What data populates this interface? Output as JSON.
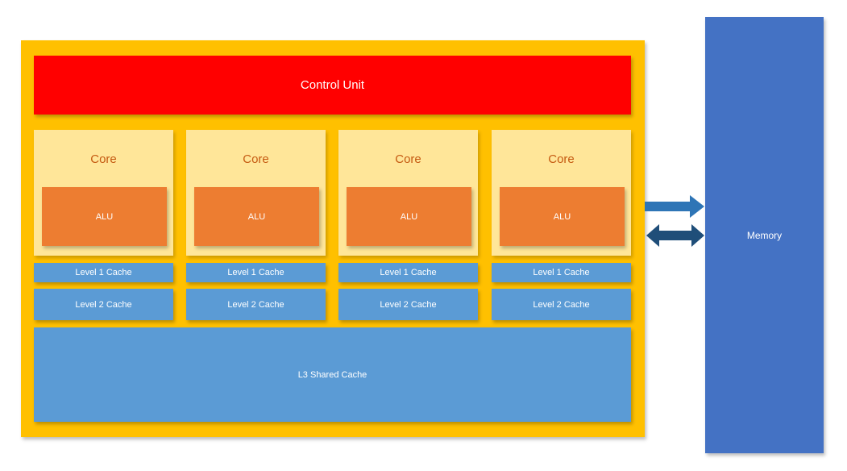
{
  "diagram": {
    "control_unit": "Control Unit",
    "cores": [
      {
        "label": "Core",
        "alu": "ALU",
        "l1": "Level 1 Cache",
        "l2": "Level 2 Cache"
      },
      {
        "label": "Core",
        "alu": "ALU",
        "l1": "Level 1 Cache",
        "l2": "Level 2 Cache"
      },
      {
        "label": "Core",
        "alu": "ALU",
        "l1": "Level 1 Cache",
        "l2": "Level 2 Cache"
      },
      {
        "label": "Core",
        "alu": "ALU",
        "l1": "Level 1 Cache",
        "l2": "Level 2 Cache"
      }
    ],
    "l3": "L3 Shared Cache",
    "memory": "Memory"
  },
  "colors": {
    "cpu_package": "#FFC000",
    "control_unit": "#FF0000",
    "core": "#FFE699",
    "core_text": "#C55A11",
    "alu": "#ED7D31",
    "cache": "#5B9BD5",
    "memory": "#4472C4",
    "arrow_out": "#2E75B6",
    "arrow_in": "#1F4E79"
  }
}
